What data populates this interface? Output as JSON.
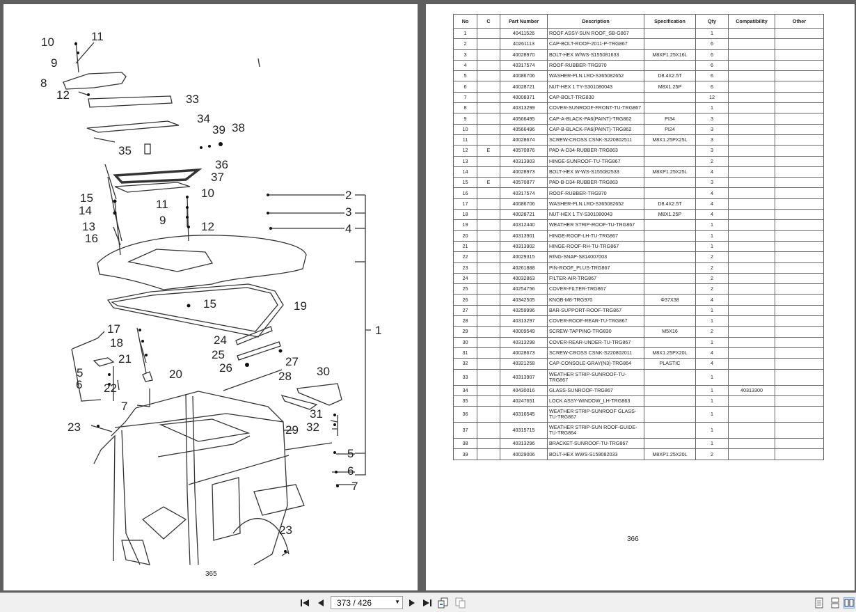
{
  "left_page": {
    "page_number": "365",
    "callouts": [
      "10",
      "11",
      "9",
      "8",
      "12",
      "33",
      "34",
      "39",
      "38",
      "35",
      "36",
      "37",
      "15",
      "10",
      "14",
      "11",
      "9",
      "13",
      "12",
      "16",
      "2",
      "3",
      "4",
      "15",
      "19",
      "17",
      "18",
      "24",
      "25",
      "26",
      "27",
      "21",
      "20",
      "28",
      "30",
      "5",
      "22",
      "6",
      "7",
      "31",
      "23",
      "32",
      "29",
      "5",
      "6",
      "7",
      "1",
      "23"
    ]
  },
  "right_page": {
    "page_number": "366",
    "table": {
      "headers": [
        "No",
        "C",
        "Part Number",
        "Description",
        "Specification",
        "Qty",
        "Compatibility",
        "Other"
      ],
      "rows": [
        [
          "1",
          "",
          "40411526",
          "ROOF ASSY-SUN ROOF_SB-G867",
          "",
          "1",
          "",
          ""
        ],
        [
          "2",
          "",
          "40261113",
          "CAP-BOLT-ROOF-2011-P-TRG867",
          "",
          "6",
          "",
          ""
        ],
        [
          "3",
          "",
          "40028970",
          "BOLT-HEX W/WS-S155081633",
          "M8XP1.25X16L",
          "6",
          "",
          ""
        ],
        [
          "4",
          "",
          "40317574",
          "ROOF-RUBBER-TRG970",
          "",
          "6",
          "",
          ""
        ],
        [
          "5",
          "",
          "40086706",
          "WASHER-PLN.LRD-S365082652",
          "D8.4X2.5T",
          "6",
          "",
          ""
        ],
        [
          "6",
          "",
          "40028721",
          "NUT-HEX 1 TY-S301080043",
          "M8X1.25P",
          "6",
          "",
          ""
        ],
        [
          "7",
          "",
          "40008371",
          "CAP-BOLT-TRG830",
          "",
          "12",
          "",
          ""
        ],
        [
          "8",
          "",
          "40313299",
          "COVER-SUNROOF-FRONT-TU-TRG867",
          "",
          "1",
          "",
          ""
        ],
        [
          "9",
          "",
          "40566495",
          "CAP-A-BLACK-PA6(PAINT)-TRG862",
          "PI34",
          "3",
          "",
          ""
        ],
        [
          "10",
          "",
          "40566496",
          "CAP-B-BLACK-PA6(PAINT)-TRG862",
          "PI24",
          "3",
          "",
          ""
        ],
        [
          "11",
          "",
          "40028674",
          "SCREW-CROSS CSNK-S220802511",
          "M8X1.25PX25L",
          "3",
          "",
          ""
        ],
        [
          "12",
          "E",
          "40570876",
          "PAD-A-D34-RUBBER-TRG863",
          "",
          "3",
          "",
          ""
        ],
        [
          "13",
          "",
          "40313903",
          "HINGE-SUNROOF-TU-TRG867",
          "",
          "2",
          "",
          ""
        ],
        [
          "14",
          "",
          "40028973",
          "BOLT-HEX W-WS-S155082533",
          "M8XP1.25X25L",
          "4",
          "",
          ""
        ],
        [
          "15",
          "E",
          "40570877",
          "PAD-B-D34-RUBBER-TRG863",
          "",
          "3",
          "",
          ""
        ],
        [
          "16",
          "",
          "40317574",
          "ROOF-RUBBER-TRG970",
          "",
          "4",
          "",
          ""
        ],
        [
          "17",
          "",
          "40086706",
          "WASHER-PLN.LRD-S365082652",
          "D8.4X2.5T",
          "4",
          "",
          ""
        ],
        [
          "18",
          "",
          "40028721",
          "NUT-HEX 1 TY-S301080043",
          "M8X1.25P",
          "4",
          "",
          ""
        ],
        [
          "19",
          "",
          "40312440",
          "WEATHER STRIP-ROOF-TU-TRG867",
          "",
          "1",
          "",
          ""
        ],
        [
          "20",
          "",
          "40313901",
          "HINGE-ROOF-LH-TU-TRG867",
          "",
          "1",
          "",
          ""
        ],
        [
          "21",
          "",
          "40313902",
          "HINGE-ROOF-RH-TU-TRG867",
          "",
          "1",
          "",
          ""
        ],
        [
          "22",
          "",
          "40029315",
          "RING-SNAP-S814007003",
          "",
          "2",
          "",
          ""
        ],
        [
          "23",
          "",
          "40261888",
          "PIN-ROOF_PLUS-TRG867",
          "",
          "2",
          "",
          ""
        ],
        [
          "24",
          "",
          "40032863",
          "FILTER-AIR-TRG867",
          "",
          "2",
          "",
          ""
        ],
        [
          "25",
          "",
          "40254756",
          "COVER-FILTER-TRG867",
          "",
          "2",
          "",
          ""
        ],
        [
          "26",
          "",
          "40342505",
          "KNOB-M8-TRG970",
          "Φ37X38",
          "4",
          "",
          ""
        ],
        [
          "27",
          "",
          "40259996",
          "BAR-SUPPORT-ROOF-TRG867",
          "",
          "1",
          "",
          ""
        ],
        [
          "28",
          "",
          "40313297",
          "COVER-ROOF-REAR-TU-TRG867",
          "",
          "1",
          "",
          ""
        ],
        [
          "29",
          "",
          "40009549",
          "SCREW-TAPPING-TRG830",
          "M5X16",
          "2",
          "",
          ""
        ],
        [
          "30",
          "",
          "40313298",
          "COVER-REAR-UNDER-TU-TRG867",
          "",
          "1",
          "",
          ""
        ],
        [
          "31",
          "",
          "40028673",
          "SCREW-CROSS CSNK-S220802011",
          "M8X1.25PX20L",
          "4",
          "",
          ""
        ],
        [
          "32",
          "",
          "40321258",
          "CAP-CONSOLE-GRAY(N3)-TRG864",
          "PLASTIC",
          "4",
          "",
          ""
        ],
        [
          "33",
          "",
          "40313907",
          "WEATHER STRIP-SUNROOF-TU-TRG867",
          "",
          "1",
          "",
          ""
        ],
        [
          "34",
          "",
          "40430016",
          "GLASS-SUNROOF-TRG867",
          "",
          "1",
          "40313300",
          ""
        ],
        [
          "35",
          "",
          "40247651",
          "LOCK ASSY-WINDOW_LH-TRG863",
          "",
          "1",
          "",
          ""
        ],
        [
          "36",
          "",
          "40316545",
          "WEATHER STRIP-SUNROOF GLASS-TU-TRG867",
          "",
          "1",
          "",
          ""
        ],
        [
          "37",
          "",
          "40315715",
          "WEATHER STRIP-SUN ROOF-GUIDE-TU-TRG864",
          "",
          "1",
          "",
          ""
        ],
        [
          "38",
          "",
          "40313296",
          "BRACKET-SUNROOF-TU-TRG867",
          "",
          "1",
          "",
          ""
        ],
        [
          "39",
          "",
          "40029006",
          "BOLT-HEX WWS-S159082033",
          "M8XP1.25X20L",
          "2",
          "",
          ""
        ]
      ]
    }
  },
  "toolbar": {
    "page_indicator": "373 / 426",
    "icons": [
      "first-page-icon",
      "previous-page-icon",
      "page-dropdown-icon",
      "next-page-icon",
      "last-page-icon",
      "previous-view-icon",
      "next-view-icon",
      "single-page-view-icon",
      "continuous-view-icon",
      "two-page-view-icon"
    ]
  }
}
